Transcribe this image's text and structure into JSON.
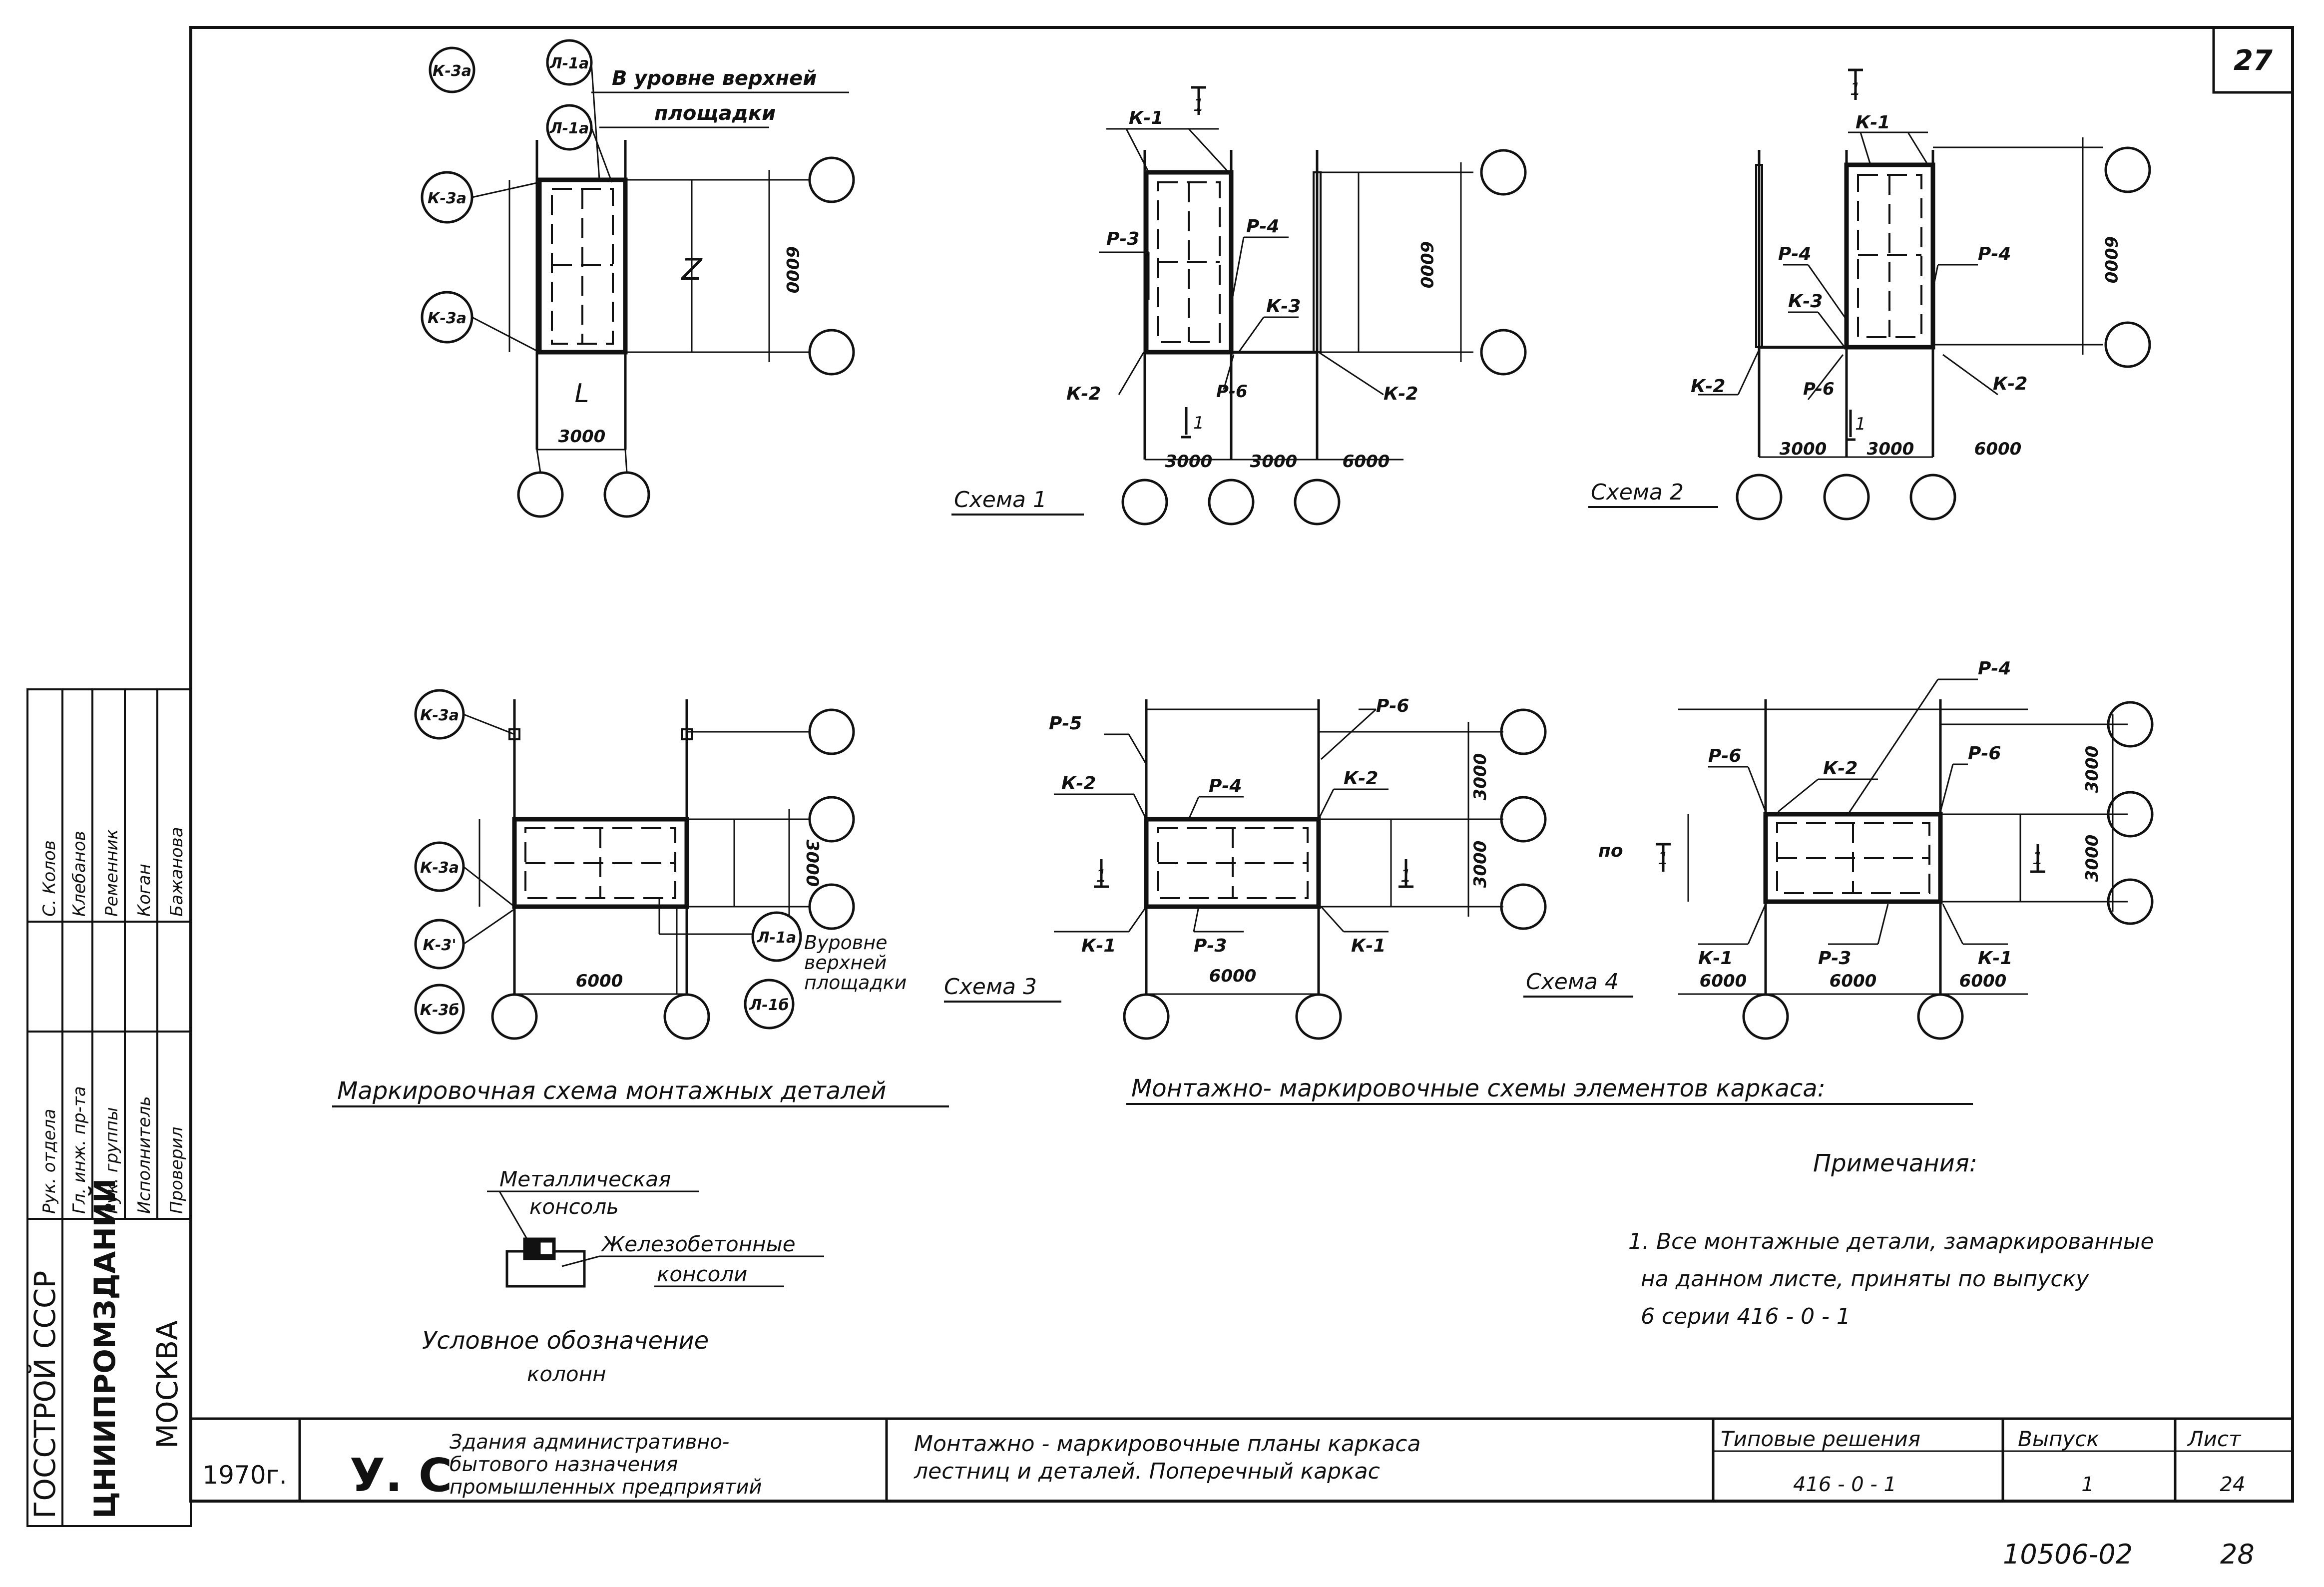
{
  "sheet_number": "27",
  "drawing_code": "10506-02",
  "page_number": "28",
  "scheme_top_left": {
    "labels": {
      "k3a": "К-3а",
      "l1a_top": "Л-1а",
      "l1a_mid": "Л-1а",
      "k3a_mid": "К-3а",
      "k3a_low": "К-3а",
      "note_line1": "В уровне верхней",
      "note_line2": "площадки",
      "dim_3000": "3000",
      "dim_6000": "6000",
      "break_l": "L",
      "break_z": "Z"
    }
  },
  "scheme_1": {
    "title": "Схема 1",
    "labels": {
      "k1": "К-1",
      "p3": "Р-3",
      "p4": "Р-4",
      "k3": "К-3",
      "k2_left": "К-2",
      "k2_right": "К-2",
      "p6": "Р-6",
      "sec_top": "1",
      "sec_bottom": "1",
      "dim_a": "3000",
      "dim_b": "3000",
      "dim_c": "6000",
      "dim_v": "6000"
    }
  },
  "scheme_2": {
    "title": "Схема 2",
    "labels": {
      "k1": "К-1",
      "p4_left": "Р-4",
      "p4_right": "Р-4",
      "k3": "К-3",
      "k2_left": "К-2",
      "k2_right": "К-2",
      "p6": "Р-6",
      "sec_top": "1",
      "sec_bottom": "1",
      "dim_a": "3000",
      "dim_b": "3000",
      "dim_c": "6000",
      "dim_v": "6000"
    }
  },
  "marking_scheme": {
    "title": "Маркировочная схема монтажных деталей",
    "labels": {
      "k3a_top": "К-3а",
      "k3a_mid": "К-3а",
      "k3_low": "К-3'",
      "k3b": "К-3б",
      "l1a_a": "Л-1а",
      "l1a_b": "Л-1б",
      "note_line1": "Вуровне",
      "note_line2": "верхней",
      "note_line3": "площадки",
      "dim_6000": "6000",
      "dim_3000": "3000"
    }
  },
  "scheme_3": {
    "title": "Схема 3",
    "labels": {
      "p5": "Р-5",
      "p6": "Р-6",
      "k2_left": "К-2",
      "k2_right": "К-2",
      "p4": "Р-4",
      "k1_left": "К-1",
      "k1_right": "К-1",
      "p3": "Р-3",
      "sec_left": "1",
      "sec_right": "1",
      "dim_6000": "6000",
      "dim_v1": "3000",
      "dim_v2": "3000"
    }
  },
  "scheme_4": {
    "title": "Схема 4",
    "labels": {
      "p4": "Р-4",
      "p6_left": "Р-6",
      "p6_right": "Р-6",
      "k2": "К-2",
      "k1_left": "К-1",
      "k1_right": "К-1",
      "p3": "Р-3",
      "po": "по",
      "sec_left": "1",
      "sec_right": "1",
      "dim_a": "6000",
      "dim_b": "6000",
      "dim_c": "6000",
      "dim_v1": "3000",
      "dim_v2": "3000"
    }
  },
  "schemes_caption": "Монтажно- маркировочные схемы элементов каркаса:",
  "legend": {
    "metal_console_line1": "Металлическая",
    "metal_console_line2": "консоль",
    "rc_console_line1": "Железобетонные",
    "rc_console_line2": "консоли",
    "caption_line1": "Условное обозначение",
    "caption_line2": "колонн"
  },
  "notes": {
    "heading": "Примечания:",
    "line1": "1. Все монтажные детали, замаркированные",
    "line2": "на данном листе, приняты по выпуску",
    "line3": "6 серии 416 - 0 - 1"
  },
  "side_stamp": {
    "org_line1": "ГОССТРОЙ СССР",
    "org_line2": "ЦНИИПРОМЗДАНИЙ",
    "org_line3": "МОСКВА",
    "roles": [
      "Рук. отдела",
      "Гл. инж. пр-та",
      "Рук. группы",
      "Исполнитель",
      "Проверил"
    ],
    "names": [
      "С. Колов",
      "Клебанов",
      "Ременник",
      "Коган",
      "Бажанова"
    ]
  },
  "title_block": {
    "year": "1970г.",
    "mark": "У. С",
    "purpose_line1": "Здания административно-",
    "purpose_line2": "бытового назначения",
    "purpose_line3": "промышленных предприятий",
    "title_line1": "Монтажно - маркировочные планы каркаса",
    "title_line2": "лестниц и деталей. Поперечный каркас",
    "series_label": "Типовые решения",
    "series_value": "416 - 0 - 1",
    "issue_label": "Выпуск",
    "issue_value": "1",
    "sheet_label": "Лист",
    "sheet_value": "24"
  }
}
